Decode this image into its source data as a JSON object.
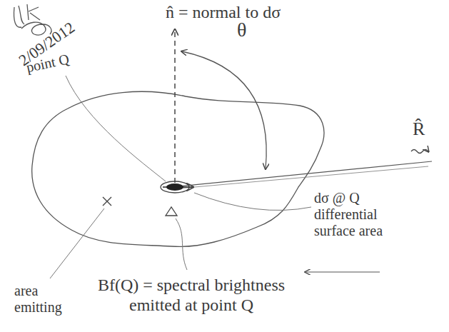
{
  "diagram": {
    "labels": [
      "2/09/2012",
      "n̂ = normal to dσ",
      "θ",
      "point Q",
      "R̂",
      "dσ @ Q differential surface area",
      "area emitting",
      "Bf(Q) = spectral brightness emitted at point Q"
    ]
  }
}
